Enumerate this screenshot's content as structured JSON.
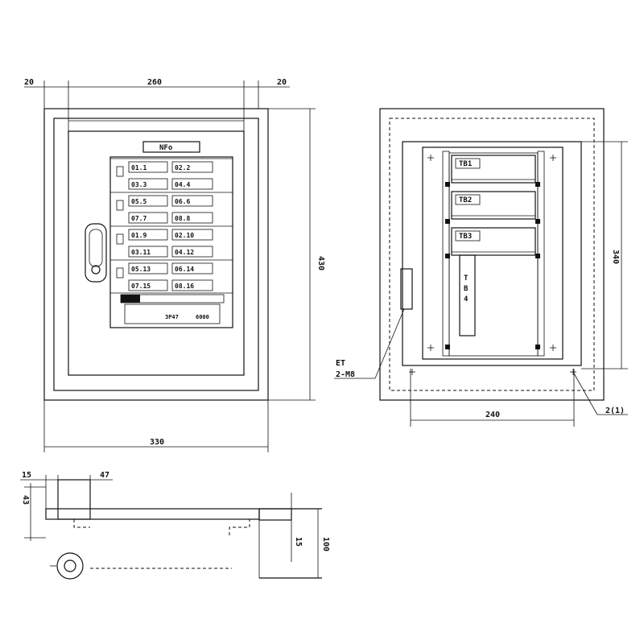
{
  "front_view": {
    "dim_top_left": "20",
    "dim_top_mid": "260",
    "dim_top_right": "20",
    "dim_height": "430",
    "dim_width": "330",
    "nameplate": "NFo",
    "breakers": [
      {
        "left": "01.1",
        "right": "02.2"
      },
      {
        "left": "03.3",
        "right": "04.4"
      },
      {
        "left": "05.5",
        "right": "06.6"
      },
      {
        "left": "07.7",
        "right": "08.8"
      },
      {
        "left": "01.9",
        "right": "02.10"
      },
      {
        "left": "03.11",
        "right": "04.12"
      },
      {
        "left": "05.13",
        "right": "06.14"
      },
      {
        "left": "07.15",
        "right": "08.16"
      }
    ],
    "bottom_label_a": "3P47",
    "bottom_label_b": "6000"
  },
  "interior_view": {
    "terminals": [
      "TB1",
      "TB2",
      "TB3"
    ],
    "tb4_label": "TB4",
    "dim_height": "340",
    "dim_width": "240",
    "callout_et_line1": "ET",
    "callout_et_line2": "2-M8",
    "callout_right": "2(1)"
  },
  "side_view": {
    "dim_15": "15",
    "dim_47": "47",
    "dim_43": "43",
    "dim_15b": "15",
    "dim_100": "100"
  }
}
